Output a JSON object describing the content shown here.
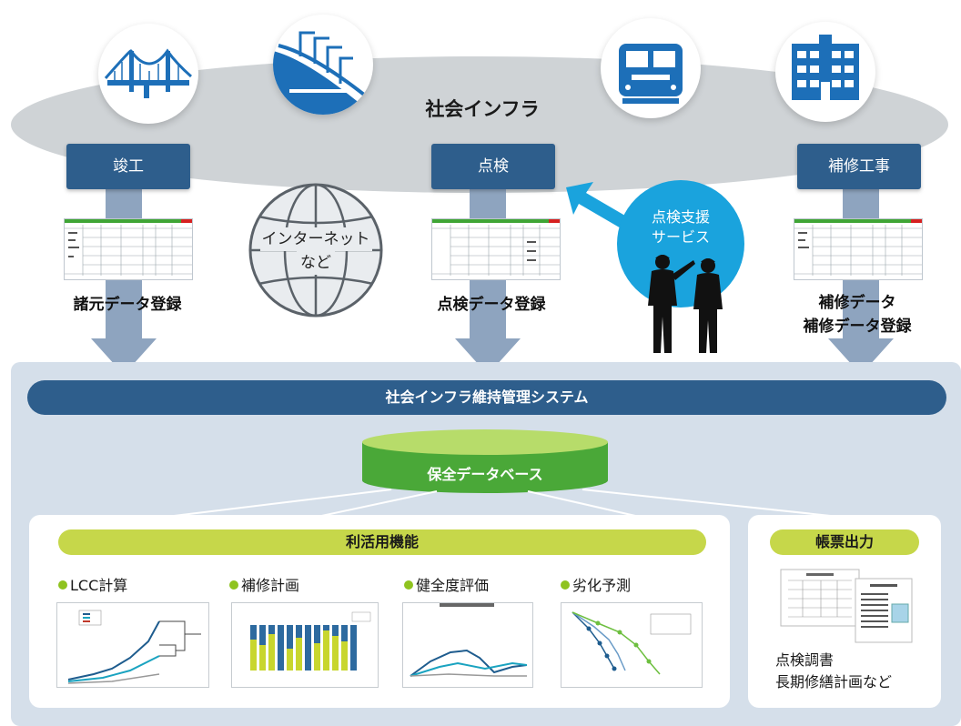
{
  "infra": {
    "title": "社会インフラ"
  },
  "stages": [
    {
      "label": "竣工",
      "registration": [
        "諸元データ登録"
      ]
    },
    {
      "label": "点検",
      "registration": [
        "点検データ登録"
      ]
    },
    {
      "label": "補修工事",
      "registration": [
        "補修データ",
        "補修データ登録"
      ]
    }
  ],
  "network": {
    "line1": "インターネット",
    "line2": "など"
  },
  "support": {
    "line1": "点検支援",
    "line2": "サービス"
  },
  "system": {
    "title": "社会インフラ維持管理システム",
    "database": "保全データベース"
  },
  "utilization": {
    "title": "利活用機能",
    "functions": [
      "LCC計算",
      "補修計画",
      "健全度評価",
      "劣化予測"
    ]
  },
  "reports": {
    "title": "帳票出力",
    "line1": "点検調書",
    "line2": "長期修繕計画など"
  },
  "colors": {
    "navy": "#2e5e8c",
    "arrow": "#8ea4bf",
    "sky_blue": "#1aa3dd",
    "database_green": "#4aa838",
    "pill_green": "#c6d74a",
    "panel": "#d5dfea"
  },
  "icons": [
    "bridge-icon",
    "dam-icon",
    "train-icon",
    "building-icon",
    "globe-icon",
    "inspectors-icon"
  ]
}
